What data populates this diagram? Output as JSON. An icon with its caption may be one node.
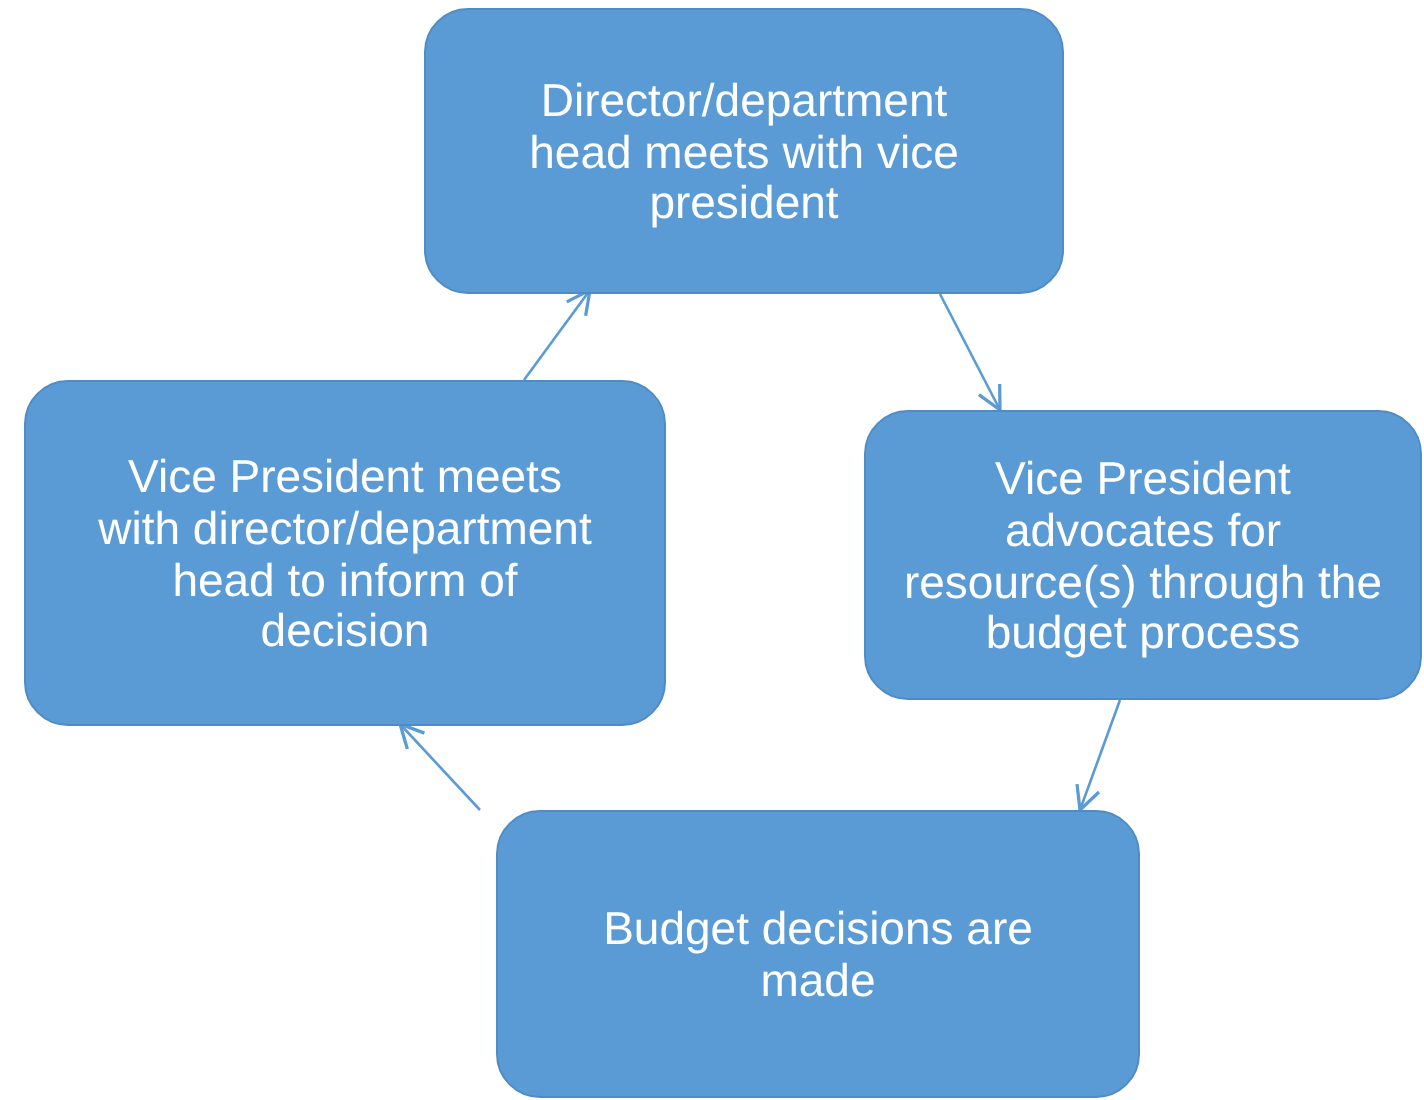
{
  "diagram": {
    "nodes": [
      {
        "text": [
          "Director/department head meets with vice president"
        ]
      },
      {
        "text": [
          "Vice President advocates for resource(s) through the budget process"
        ]
      },
      {
        "text": [
          "Budget decisions are made"
        ]
      },
      {
        "text": [
          "Vice President meets with director/department head to inform of decision"
        ]
      }
    ],
    "edges": [
      {
        "from": 0,
        "to": 1,
        "arrow": "to"
      },
      {
        "from": 1,
        "to": 2,
        "arrow": "to"
      },
      {
        "from": 2,
        "to": 3,
        "arrow": "to"
      },
      {
        "from": 3,
        "to": 0,
        "arrow": "to"
      }
    ]
  }
}
